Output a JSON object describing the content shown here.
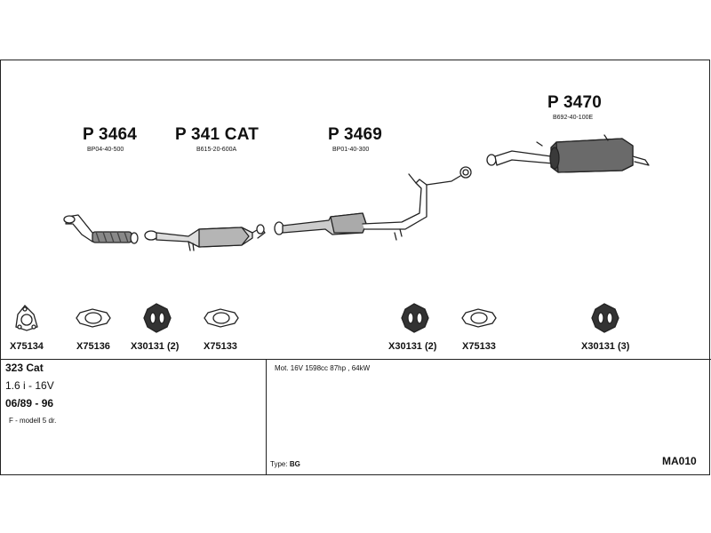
{
  "parts": [
    {
      "title": "P 3464",
      "code": "BP04-40-500"
    },
    {
      "title": "P 341 CAT",
      "code": "B615-20-600A"
    },
    {
      "title": "P 3469",
      "code": "BP01-40-300"
    },
    {
      "title": "P 3470",
      "code": "B692-40-100E"
    }
  ],
  "accessories": [
    {
      "label": "X75134",
      "icon": "flange-gasket-icon"
    },
    {
      "label": "X75136",
      "icon": "gasket-icon"
    },
    {
      "label": "X30131 (2)",
      "icon": "rubber-hanger-icon"
    },
    {
      "label": "X75133",
      "icon": "gasket-icon"
    },
    {
      "label": "X30131 (2)",
      "icon": "rubber-hanger-icon"
    },
    {
      "label": "X75133",
      "icon": "gasket-icon"
    },
    {
      "label": "X30131 (3)",
      "icon": "rubber-hanger-icon"
    }
  ],
  "vehicle": {
    "model": "323 Cat",
    "engine": "1.6 i - 16V",
    "years": "06/89 - 96",
    "body": "F - modell 5 dr."
  },
  "details": {
    "motor": "Mot. 16V 1598cc 87hp , 64kW",
    "type_label": "Type:",
    "type_value": "BG",
    "sheet_code": "MA010"
  }
}
